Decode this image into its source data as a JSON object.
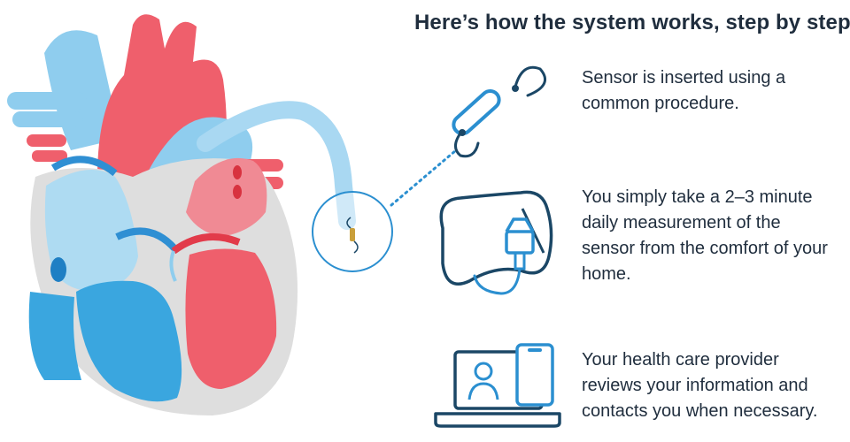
{
  "header": {
    "title": "Here’s how the system works, step by step:"
  },
  "steps": [
    {
      "icon": "sensor-icon",
      "text": "Sensor is inserted using a common procedure."
    },
    {
      "icon": "pillow-reader-icon",
      "text": "You simply take a 2–3 minute daily measurement of the sensor from the comfort of your home."
    },
    {
      "icon": "laptop-phone-icon",
      "text": "Your health care provider reviews your information and contacts you when necessary."
    }
  ],
  "colors": {
    "heart_red": "#ef5f6c",
    "heart_blue": "#3aa6df",
    "heart_light_blue": "#8fcdee",
    "heart_wall": "#dedede",
    "icon_navy": "#1b4766",
    "icon_blue": "#2b8fd0",
    "text": "#1f2d3d"
  }
}
